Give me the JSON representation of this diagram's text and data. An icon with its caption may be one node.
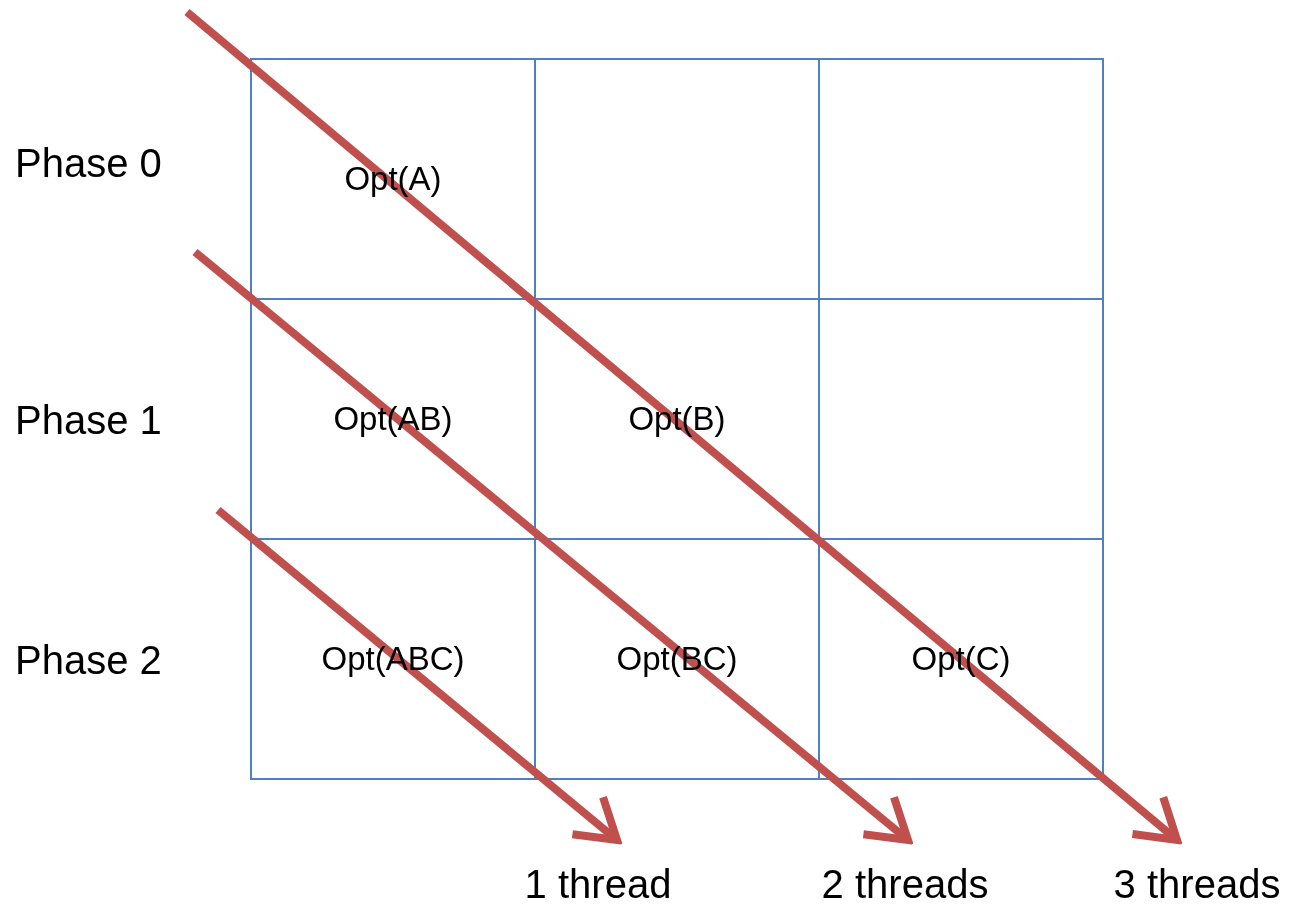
{
  "diagram": {
    "nodes": [
      {
        "text": [
          "Opt(A)"
        ]
      },
      {
        "text": [],
        "shape": "box"
      },
      {
        "text": [],
        "shape": "box"
      },
      {
        "text": [
          "Opt(AB)"
        ]
      },
      {
        "text": [
          "Opt(B)"
        ]
      },
      {
        "text": [],
        "shape": "box"
      },
      {
        "text": [
          "Opt(ABC)"
        ]
      },
      {
        "text": [
          "Opt(BC)"
        ]
      },
      {
        "text": [
          "Opt(C)"
        ]
      },
      {
        "text": [
          "1 thread"
        ]
      },
      {
        "text": [
          "2 threads"
        ]
      },
      {
        "text": [
          "3 threads"
        ]
      }
    ],
    "edges": [
      {
        "from": null,
        "to": 9,
        "arrow": "to"
      },
      {
        "from": null,
        "to": 10,
        "arrow": "to"
      },
      {
        "from": null,
        "to": 11,
        "arrow": "to"
      }
    ],
    "labels": [
      "Phase 0",
      "Phase 1",
      "Phase 2"
    ]
  }
}
